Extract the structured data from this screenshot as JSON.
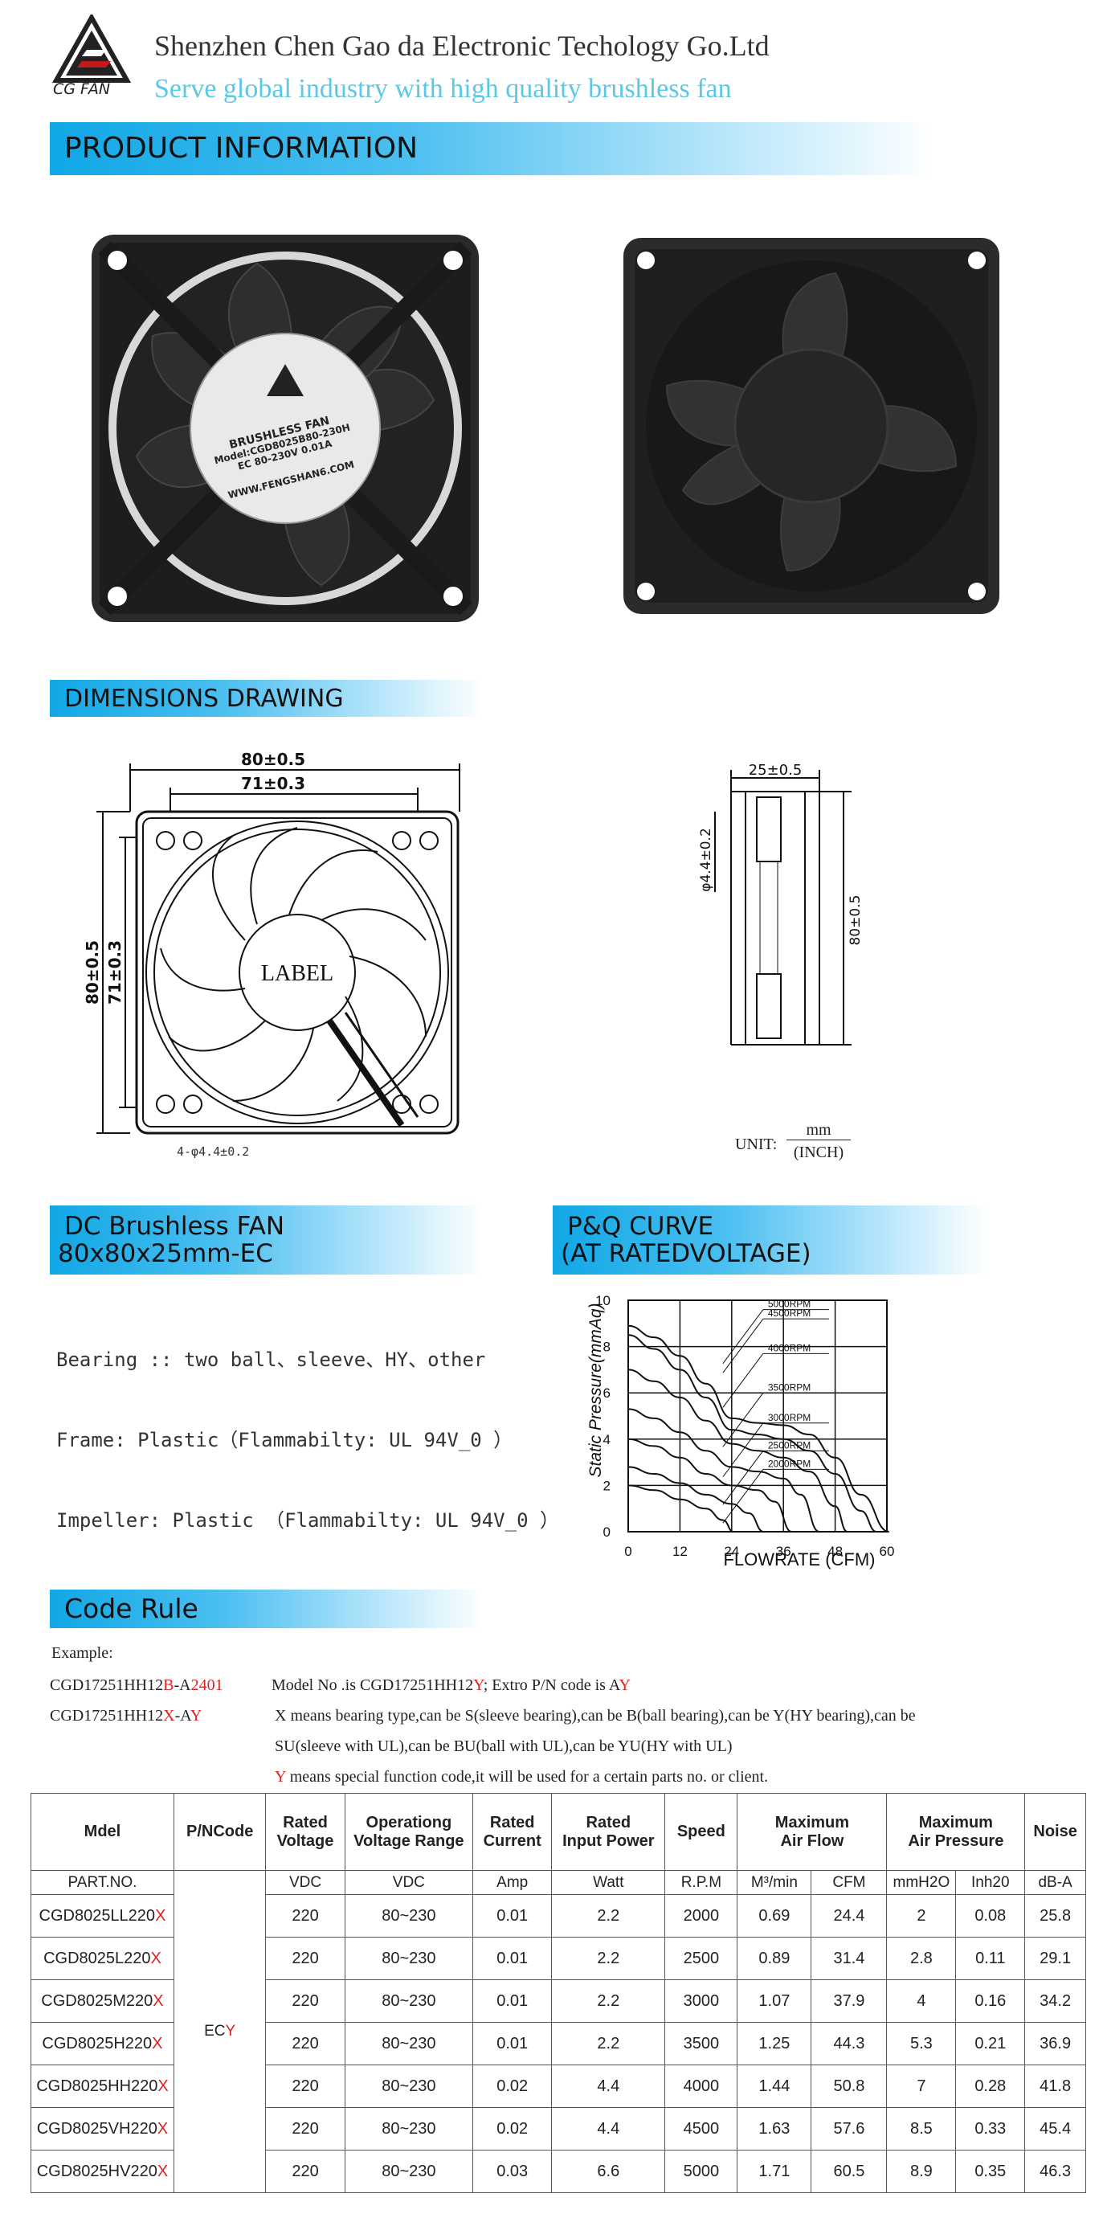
{
  "header": {
    "logo_text": "CG FAN",
    "company": "Shenzhen Chen Gao da Electronic Techology Go.Ltd",
    "slogan": "Serve global industry with high quality brushless fan"
  },
  "sections": {
    "product_info": "PRODUCT  INFORMATION",
    "dimensions": "DIMENSIONS  DRAWING",
    "dc_fan_line1": "DC  Brushless  FAN",
    "dc_fan_line2": "80x80x25mm-EC",
    "pq_line1": "P&Q  CURVE",
    "pq_line2": "(AT  RATEDVOLTAGE)",
    "code_rule": "Code  Rule"
  },
  "product_label": {
    "line1": "BRUSHLESS FAN",
    "line2": "Model:CGD8025B80-230H",
    "line3": "EC 80-230V  0.01A",
    "line4": "WWW.FENGSHAN6.COM"
  },
  "drawing": {
    "width_outer": "80±0.5",
    "width_inner": "71±0.3",
    "height_outer": "80±0.5",
    "height_inner": "71±0.3",
    "hole_note": "4-φ4.4±0.2",
    "label": "LABEL",
    "depth": "25±0.5",
    "side_hole": "φ4.4±0.2",
    "side_height": "80±0.5",
    "unit_label": "UNIT:",
    "unit_mm": "mm",
    "unit_inch": "(INCH)"
  },
  "specs": {
    "bearing": "Bearing :: two  ball、sleeve、HY、other",
    "frame": "Frame: Plastic（Flammabilty: UL 94V_0 ）",
    "impeller": "Impeller: Plastic （Flammabilty: UL 94V_0 ）"
  },
  "chart_data": {
    "type": "line",
    "xlabel": "FLOWRATE (CFM)",
    "ylabel": "Static  Pressure(mmAq)",
    "xlim": [
      0,
      60
    ],
    "ylim": [
      0,
      10
    ],
    "xticks": [
      "0",
      "12",
      "24",
      "36",
      "48",
      "60"
    ],
    "yticks": [
      "0",
      "2",
      "4",
      "6",
      "8",
      "10"
    ],
    "grid": true,
    "series": [
      {
        "name": "5000RPM",
        "x": [
          0,
          6,
          12,
          18,
          24,
          30,
          36,
          42,
          48,
          54,
          60.5
        ],
        "y": [
          8.9,
          8.4,
          7.6,
          6.4,
          4.9,
          4.7,
          4.6,
          4.2,
          3.2,
          1.6,
          0
        ]
      },
      {
        "name": "4500RPM",
        "x": [
          0,
          6,
          12,
          18,
          24,
          30,
          36,
          42,
          48,
          54,
          57.6
        ],
        "y": [
          8.5,
          7.9,
          7.0,
          5.8,
          4.4,
          4.2,
          4.0,
          3.5,
          2.5,
          0.9,
          0
        ]
      },
      {
        "name": "4000RPM",
        "x": [
          0,
          6,
          12,
          18,
          24,
          30,
          36,
          42,
          48,
          50.8
        ],
        "y": [
          7.0,
          6.5,
          5.8,
          4.8,
          3.8,
          3.5,
          3.2,
          2.6,
          1.1,
          0
        ]
      },
      {
        "name": "3500RPM",
        "x": [
          0,
          6,
          12,
          18,
          24,
          30,
          36,
          40,
          44.3
        ],
        "y": [
          5.3,
          4.9,
          4.3,
          3.5,
          2.8,
          2.6,
          2.3,
          1.6,
          0
        ]
      },
      {
        "name": "3000RPM",
        "x": [
          0,
          6,
          12,
          18,
          24,
          30,
          34,
          37.9
        ],
        "y": [
          4.0,
          3.7,
          3.2,
          2.5,
          2.0,
          1.8,
          1.3,
          0
        ]
      },
      {
        "name": "2500RPM",
        "x": [
          0,
          6,
          12,
          18,
          24,
          28,
          31.4
        ],
        "y": [
          2.8,
          2.5,
          2.1,
          1.6,
          1.2,
          0.8,
          0
        ]
      },
      {
        "name": "2000RPM",
        "x": [
          0,
          6,
          12,
          18,
          22,
          24.4
        ],
        "y": [
          2.0,
          1.8,
          1.4,
          1.0,
          0.5,
          0
        ]
      }
    ]
  },
  "code_rule": {
    "example_label": "Example:",
    "ex1_prefix": "CGD17251HH12",
    "ex1_red1": "B",
    "ex1_mid": "-A",
    "ex1_red2": "2401",
    "ex1_desc_a": "Model  No .is  CGD17251HH12",
    "ex1_desc_red": "Y",
    "ex1_desc_b": ";  Extro  P/N  code  is  A",
    "ex1_desc_red2": "Y",
    "ex2_prefix": "CGD17251HH12",
    "ex2_red1": "X",
    "ex2_mid": "-A",
    "ex2_red2": "Y",
    "x_line1": "X  means bearing type,can be S(sleeve bearing),can  be B(ball bearing),can be Y(HY bearing),can be",
    "x_line2": "SU(sleeve with UL),can be BU(ball with UL),can be YU(HY with UL)",
    "y_red": "Y",
    "y_line": " means special function code,it will be used for a certain parts no. or client."
  },
  "table": {
    "headers": {
      "model": "Mdel",
      "pncode": "P/NCode",
      "rated_voltage": "Rated\nVoltage",
      "op_voltage": "Operationg\nVoltage Range",
      "rated_current": "Rated\nCurrent",
      "rated_power": "Rated\nInput Power",
      "speed": "Speed",
      "air_flow": "Maximum\nAir Flow",
      "air_pressure": "Maximum\nAir Pressure",
      "noise": "Noise"
    },
    "units": [
      "PART.NO.",
      "VDC",
      "VDC",
      "Amp",
      "Watt",
      "R.P.M",
      "M³/min",
      "CFM",
      "mmH2O",
      "Inh20",
      "dB-A"
    ],
    "pncode_prefix": "EC",
    "pncode_red": "Y",
    "rows": [
      {
        "model": "CGD8025LL220",
        "suffix": "X",
        "voltage": "220",
        "range": "80~230",
        "current": "0.01",
        "power": "2.2",
        "speed": "2000",
        "m3": "0.69",
        "cfm": "24.4",
        "mmh2o": "2",
        "inh2o": "0.08",
        "noise": "25.8"
      },
      {
        "model": "CGD8025L220",
        "suffix": "X",
        "voltage": "220",
        "range": "80~230",
        "current": "0.01",
        "power": "2.2",
        "speed": "2500",
        "m3": "0.89",
        "cfm": "31.4",
        "mmh2o": "2.8",
        "inh2o": "0.11",
        "noise": "29.1"
      },
      {
        "model": "CGD8025M220",
        "suffix": "X",
        "voltage": "220",
        "range": "80~230",
        "current": "0.01",
        "power": "2.2",
        "speed": "3000",
        "m3": "1.07",
        "cfm": "37.9",
        "mmh2o": "4",
        "inh2o": "0.16",
        "noise": "34.2"
      },
      {
        "model": "CGD8025H220",
        "suffix": "X",
        "voltage": "220",
        "range": "80~230",
        "current": "0.01",
        "power": "2.2",
        "speed": "3500",
        "m3": "1.25",
        "cfm": "44.3",
        "mmh2o": "5.3",
        "inh2o": "0.21",
        "noise": "36.9"
      },
      {
        "model": "CGD8025HH220",
        "suffix": "X",
        "voltage": "220",
        "range": "80~230",
        "current": "0.02",
        "power": "4.4",
        "speed": "4000",
        "m3": "1.44",
        "cfm": "50.8",
        "mmh2o": "7",
        "inh2o": "0.28",
        "noise": "41.8"
      },
      {
        "model": "CGD8025VH220",
        "suffix": "X",
        "voltage": "220",
        "range": "80~230",
        "current": "0.02",
        "power": "4.4",
        "speed": "4500",
        "m3": "1.63",
        "cfm": "57.6",
        "mmh2o": "8.5",
        "inh2o": "0.33",
        "noise": "45.4"
      },
      {
        "model": "CGD8025HV220",
        "suffix": "X",
        "voltage": "220",
        "range": "80~230",
        "current": "0.03",
        "power": "6.6",
        "speed": "5000",
        "m3": "1.71",
        "cfm": "60.5",
        "mmh2o": "8.9",
        "inh2o": "0.35",
        "noise": "46.3"
      }
    ]
  }
}
